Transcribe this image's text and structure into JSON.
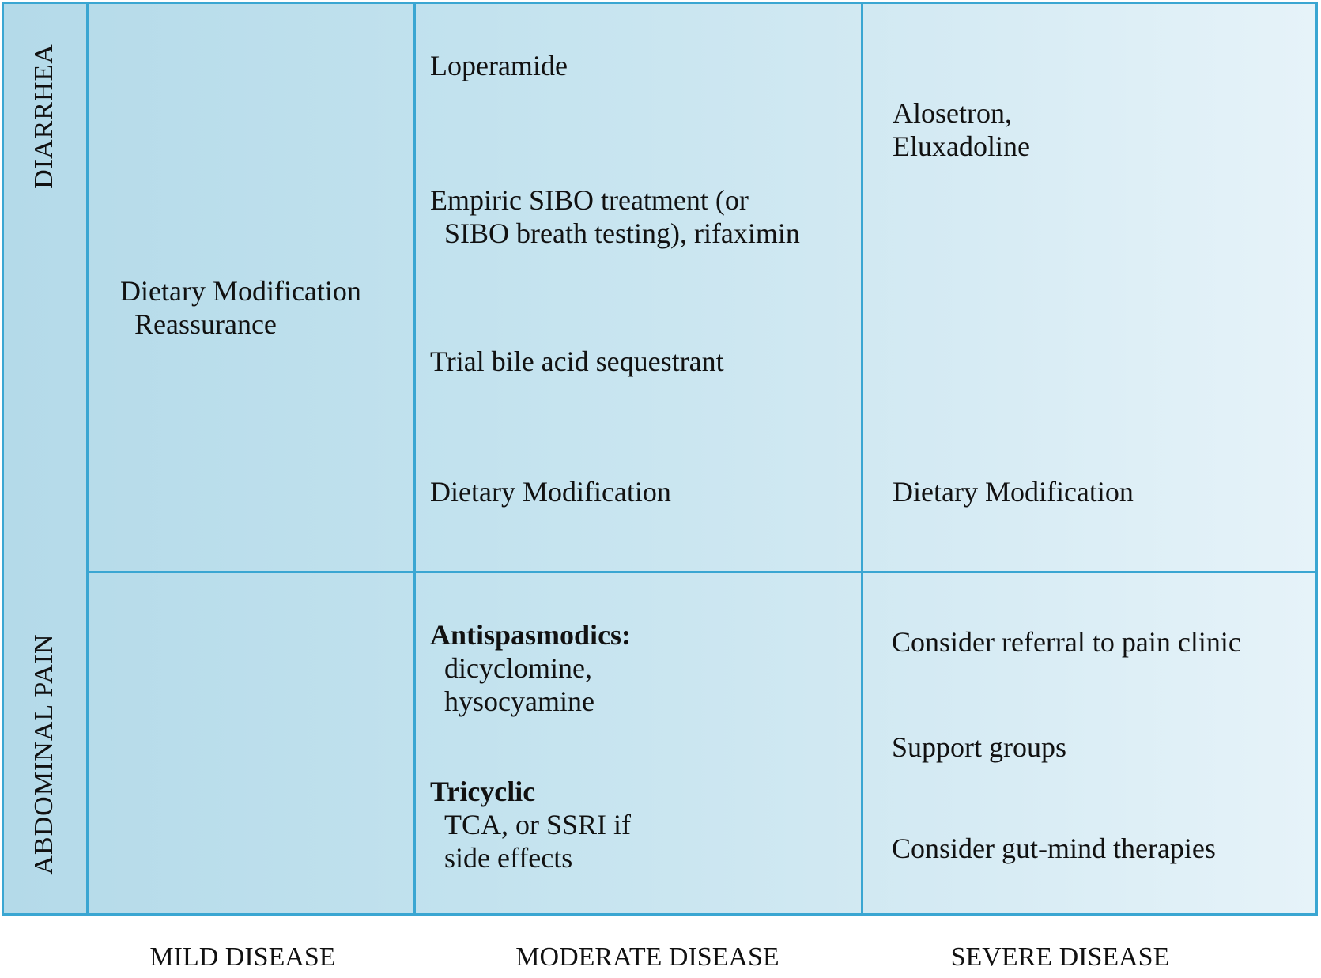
{
  "rows": {
    "diarrhea": "DIARRHEA",
    "abdominal_pain": "ABDOMINAL PAIN"
  },
  "columns": {
    "mild": "MILD DISEASE",
    "moderate": "MODERATE DISEASE",
    "severe": "SEVERE DISEASE"
  },
  "mild": {
    "line1": "Dietary Modification",
    "line2": "Reassurance"
  },
  "diarrhea_moderate": {
    "loperamide": "Loperamide",
    "sibo_1": "Empiric SIBO treatment (or",
    "sibo_2": "SIBO breath testing), rifaximin",
    "bile": "Trial bile acid sequestrant",
    "diet": "Dietary Modification"
  },
  "diarrhea_severe": {
    "line1": "Alosetron,",
    "line2": "Eluxadoline",
    "diet": "Dietary Modification"
  },
  "pain_moderate": {
    "antispasmodics": "Antispasmodics:",
    "anti_1": "dicyclomine,",
    "anti_2": "hysocyamine",
    "tricyclic": "Tricyclic",
    "tri_1": "TCA, or SSRI if",
    "tri_2": "side effects"
  },
  "pain_severe": {
    "referral": "Consider referral to pain clinic",
    "support": "Support groups",
    "gutmind": "Consider gut-mind therapies"
  }
}
